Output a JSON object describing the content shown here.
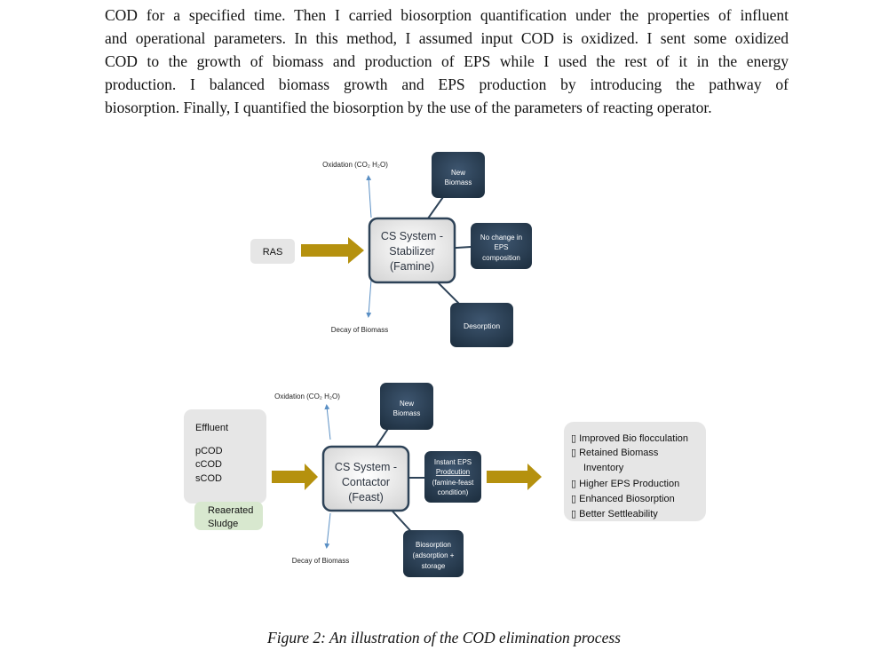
{
  "paragraph_lines": [
    "COD for a specified time. Then I carried biosorption quantification under the properties of influent",
    "and operational parameters. In this method, I assumed input COD is oxidized. I sent some oxidized",
    "COD to the growth of biomass and production of EPS while I used the rest of it in the energy",
    "production. I balanced biomass growth and EPS production by introducing the pathway of",
    "biosorption. Finally, I quantified the biosorption by the use of the parameters of reacting operator."
  ],
  "stabilizer": {
    "oxidation": "Oxidation (CO₂ H₂O)",
    "decay": "Decay of Biomass",
    "input": "RAS",
    "center": [
      "CS System -",
      "Stabilizer",
      "(Famine)"
    ],
    "new_biomass": [
      "New",
      "Biomass"
    ],
    "no_change": [
      "No change in",
      "EPS",
      "composition"
    ],
    "desorption": "Desorption"
  },
  "contactor": {
    "oxidation": "Oxidation (CO₂ H₂O)",
    "decay": "Decay of Biomass",
    "effluent": [
      "Effluent",
      "",
      "pCOD",
      "cCOD",
      "sCOD"
    ],
    "reaerated": [
      "Reaerated",
      "Sludge"
    ],
    "center": [
      "CS System -",
      "Contactor",
      "(Feast)"
    ],
    "new_biomass": [
      "New",
      "Biomass"
    ],
    "instant_eps": [
      "Instant EPS",
      "Prodcution",
      "(famine-feast",
      "condition)"
    ],
    "biosorption": [
      "Biosorption",
      "(adsorption +",
      "storage"
    ],
    "outcomes": [
      "▯ Improved Bio flocculation",
      "▯ Retained Biomass",
      "    Inventory",
      "▯ Higher EPS Production",
      "▯ Enhanced Biosorption",
      "▯ Better Settleability"
    ]
  },
  "caption": "Figure 2: An illustration of the COD elimination process",
  "colors": {
    "box_dark": "#2d4257",
    "arrow_gold": "#b5910e",
    "box_grey": "#e6e6e6",
    "box_green": "#d8e8cf",
    "leader": "#5a8fc4"
  }
}
